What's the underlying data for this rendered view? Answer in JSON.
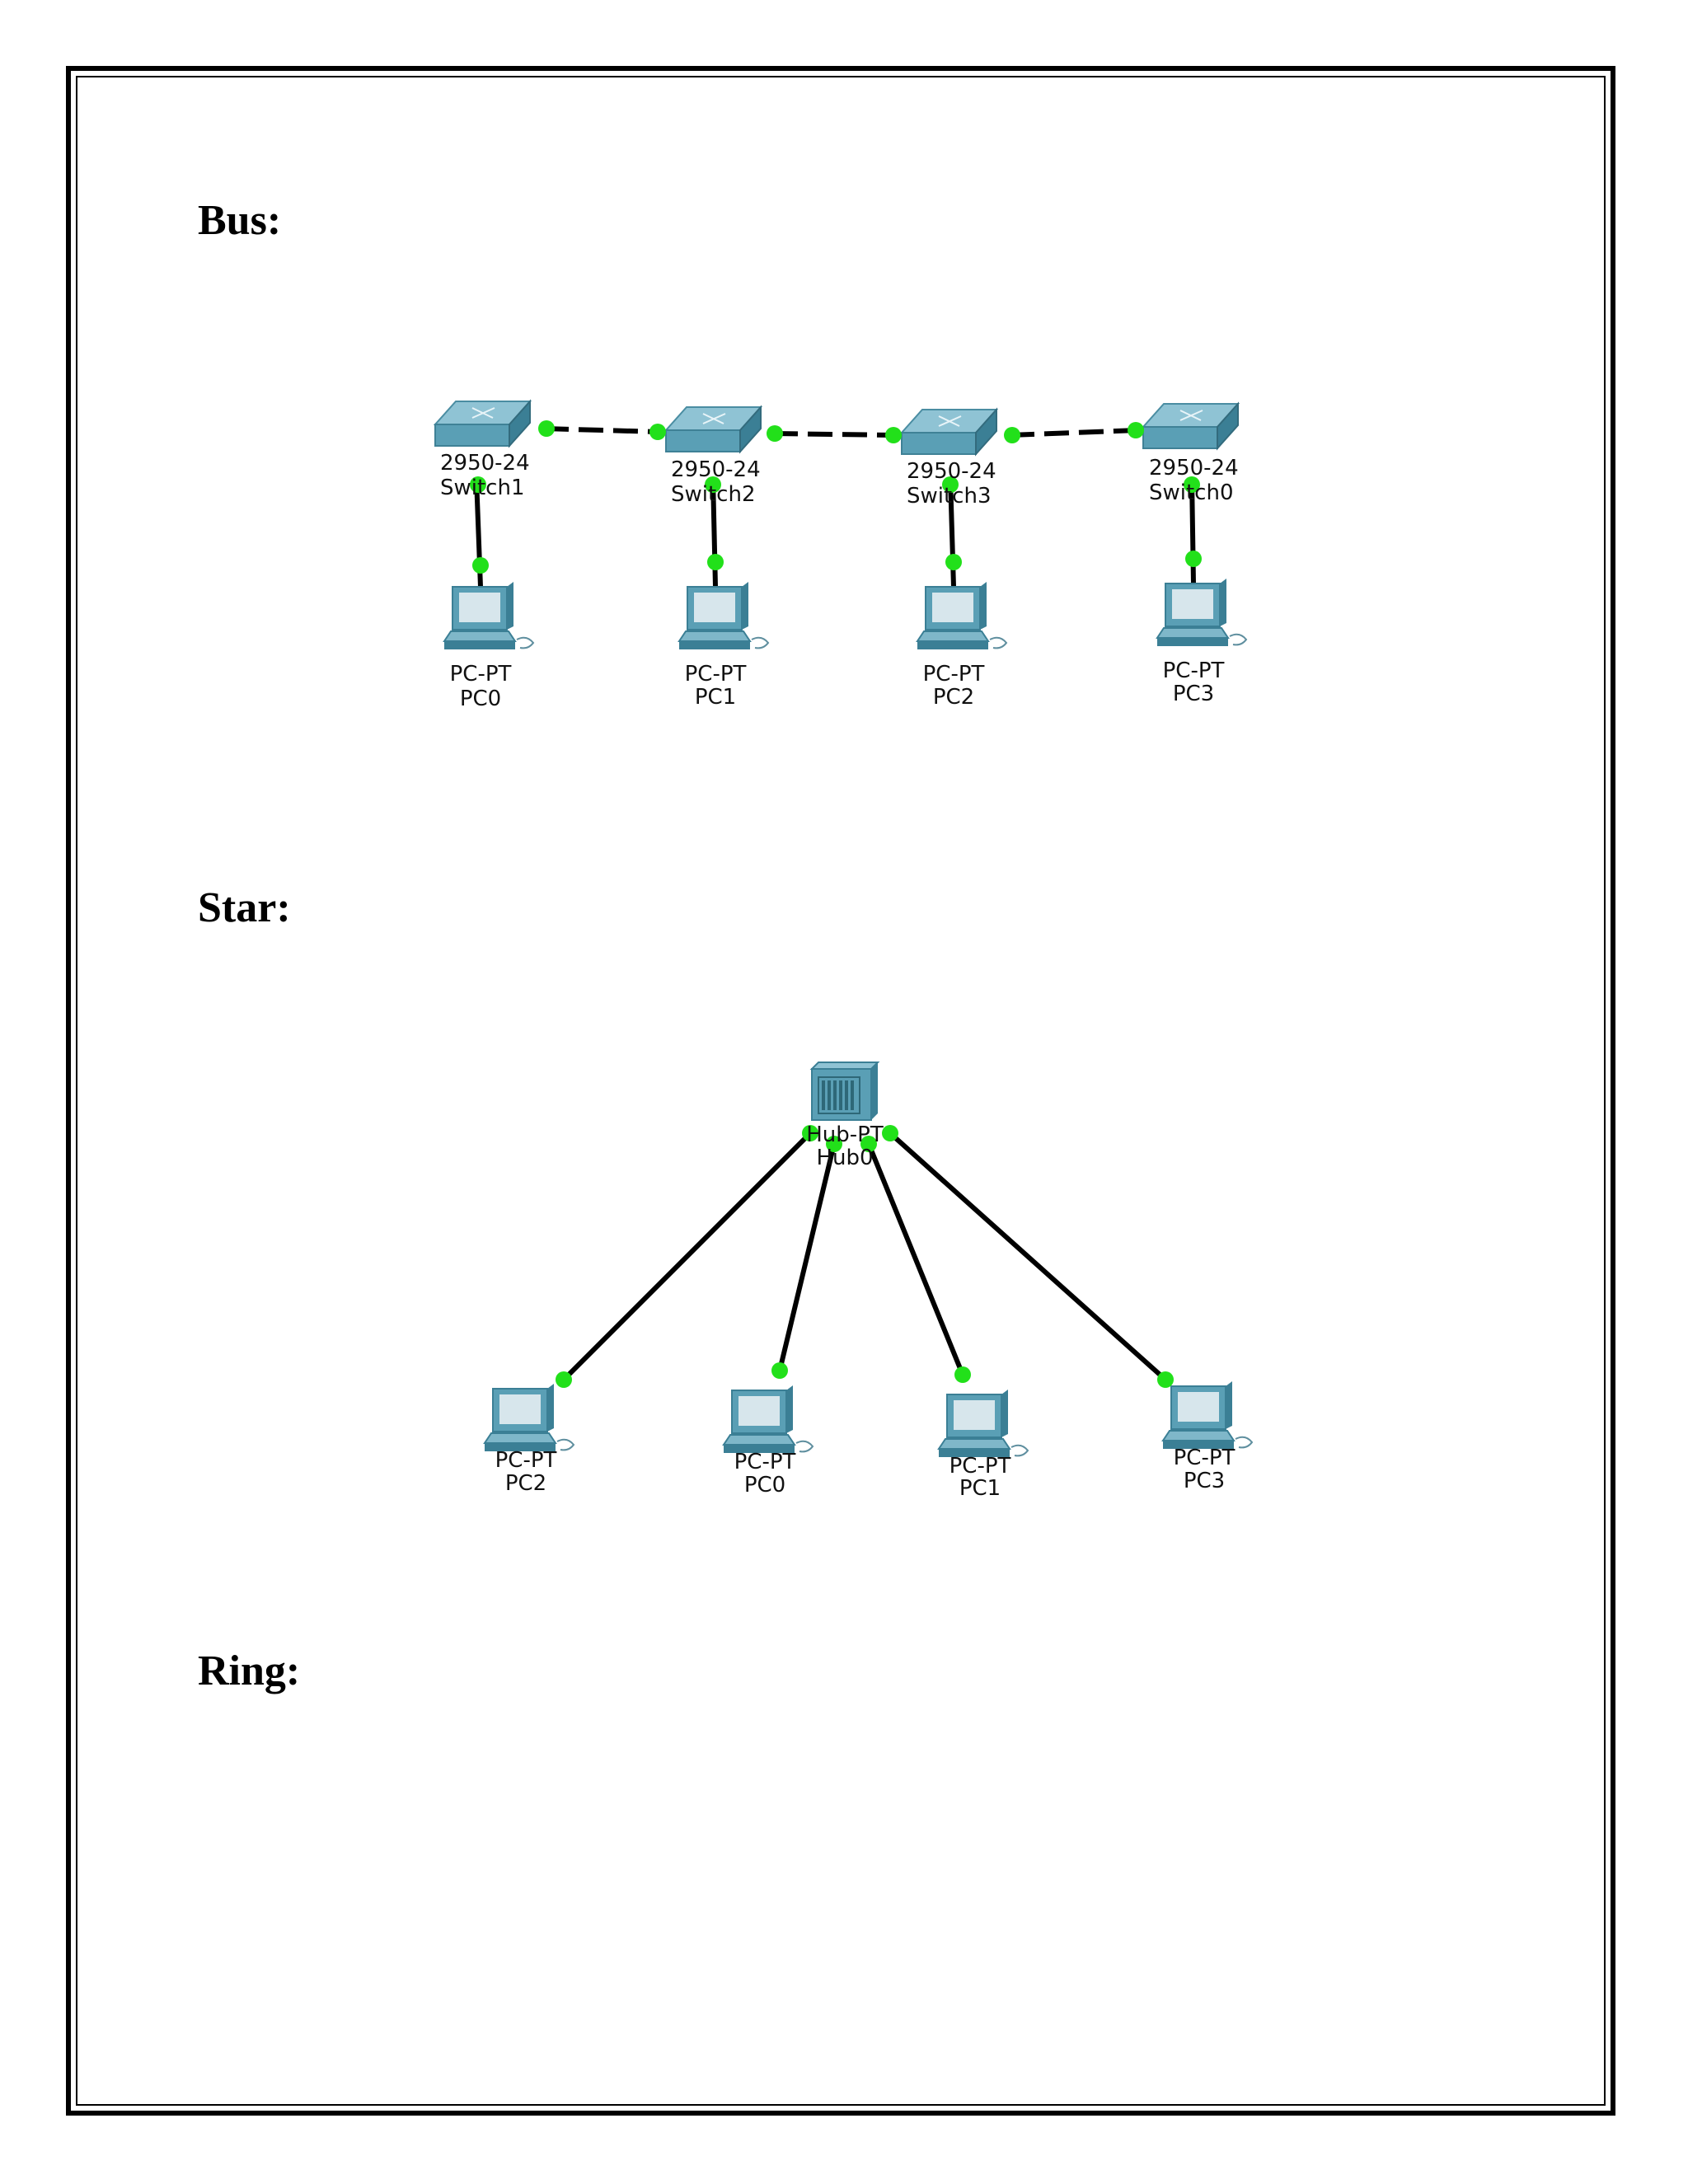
{
  "sections": {
    "bus": {
      "title": "Bus:"
    },
    "star": {
      "title": "Star:"
    },
    "ring": {
      "title": "Ring:"
    }
  },
  "colors": {
    "link": "#000000",
    "port": "#22e01a",
    "device": "#5a9fb5",
    "device_dark": "#3b7f95",
    "screen": "#d7e6ec"
  },
  "bus": {
    "switches": [
      {
        "id": "sw1",
        "model": "2950-24",
        "name": "Switch1"
      },
      {
        "id": "sw2",
        "model": "2950-24",
        "name": "Switch2"
      },
      {
        "id": "sw3",
        "model": "2950-24",
        "name": "Switch3"
      },
      {
        "id": "sw0",
        "model": "2950-24",
        "name": "Switch0"
      }
    ],
    "pcs": [
      {
        "id": "bpc0",
        "model": "PC-PT",
        "name": "PC0"
      },
      {
        "id": "bpc1",
        "model": "PC-PT",
        "name": "PC1"
      },
      {
        "id": "bpc2",
        "model": "PC-PT",
        "name": "PC2"
      },
      {
        "id": "bpc3",
        "model": "PC-PT",
        "name": "PC3"
      }
    ]
  },
  "star": {
    "hub": {
      "id": "hub0",
      "model": "Hub-PT",
      "name": "Hub0"
    },
    "pcs": [
      {
        "id": "spc2",
        "model": "PC-PT",
        "name": "PC2"
      },
      {
        "id": "spc0",
        "model": "PC-PT",
        "name": "PC0"
      },
      {
        "id": "spc1",
        "model": "PC-PT",
        "name": "PC1"
      },
      {
        "id": "spc3",
        "model": "PC-PT",
        "name": "PC3"
      }
    ]
  }
}
